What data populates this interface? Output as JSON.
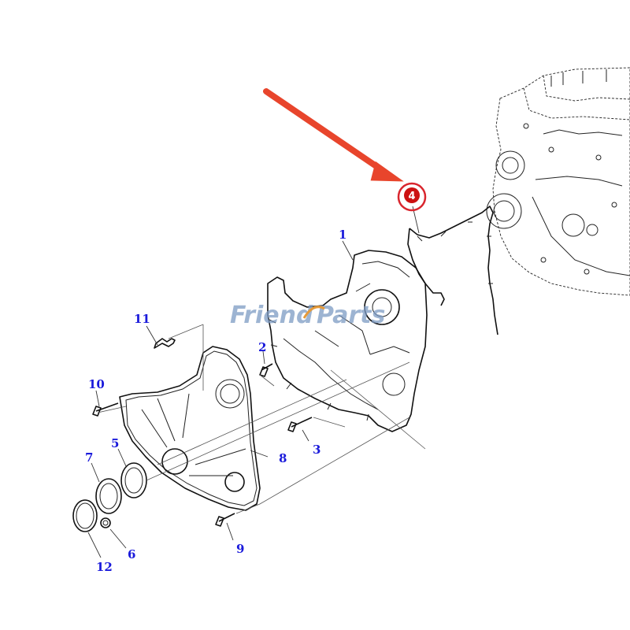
{
  "watermark": {
    "part1": "Friend",
    "part2": "Parts"
  },
  "highlight": {
    "callout": "4",
    "arrow_color": "#e8452c",
    "circle_color": "#d9262e",
    "badge_color": "#cc1111"
  },
  "callouts": {
    "c1": "1",
    "c2": "2",
    "c3": "3",
    "c5": "5",
    "c6": "6",
    "c7": "7",
    "c8": "8",
    "c9": "9",
    "c10": "10",
    "c11": "11",
    "c12": "12"
  },
  "callout_color": "#1a1adb"
}
